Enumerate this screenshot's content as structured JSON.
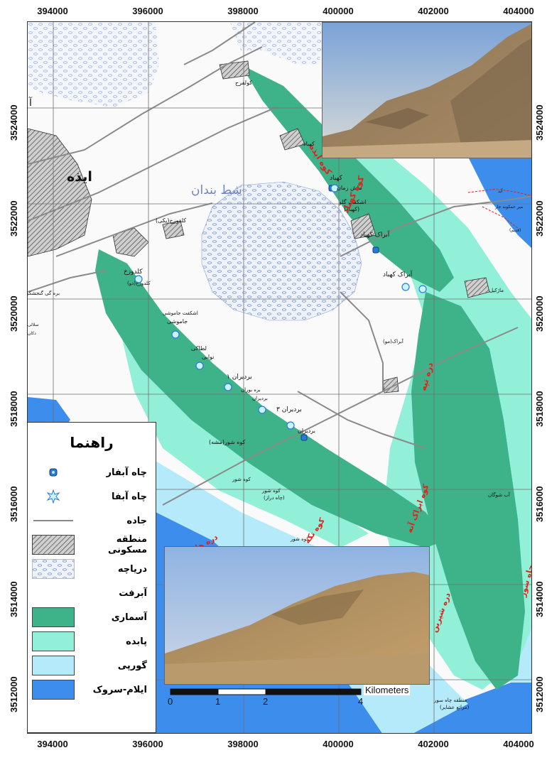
{
  "axes": {
    "x_ticks": [
      "394000",
      "396000",
      "398000",
      "400000",
      "402000",
      "404000"
    ],
    "y_ticks": [
      "3524000",
      "3522000",
      "3520000",
      "3518000",
      "3516000",
      "3514000",
      "3512000"
    ]
  },
  "map_labels": {
    "izeh": "ایذه",
    "lake": "شط بندان",
    "kolfarah": "کولفرح",
    "kohbad": "کهباد",
    "kohbad2": "کهباد",
    "alamkhan": "ماش زمان",
    "ashkaft_goli": "اشکفت گلو",
    "kohbad_sub": "(کهباد)",
    "abrak_kohbad": "آبراک کهباد",
    "abrak_kohbad2": "آبراک کهباد",
    "kalduzkh": "کلدوزخ(پکی)",
    "kalduzkh2": "کلدوزخ",
    "kalduzkh_dou": "کلدوزخ(دو)",
    "bara_gi": "بره گی گنجشکر",
    "ashkaft_jam": "اشکفت جاموشی",
    "jamushi": "جاموشی",
    "lalati": "لطاکی",
    "navabi": "نوابی",
    "bardiran1": "بردیران ۱",
    "bardiran2": "بره بوران",
    "bardiran_b": "بردیران",
    "bardiran3": "بردیران ۳",
    "bardiran_c": "بردیران",
    "kuh_shur_mesh": "کوه شور(مشه)",
    "kuh_shur": "کوه شور",
    "kuh_shur2": "کوه شور",
    "chah_deraz": "(چاه دراز)",
    "kuh_shur3": "کوه شور",
    "abrak_mu": "آبراک(مو)",
    "ab_shoghan": "آب شوگان",
    "malahit": "ماژکیل",
    "manteqe_chah": "منطقه چاه سور",
    "marate": "(مراتع عشایر)",
    "mir_vamaghshuneh": "میر حمکونه جار",
    "qadim": "(قدیم)",
    "ab_vad": "آبد",
    "kuh_kohbad_red": "کوه کهباد",
    "kuh_izeh_red": "کوه ایذه",
    "dareh_tape": "دره تپه",
    "kuh_tekeh": "کوه تکه",
    "kuh_shur_red": "دره ها نبات",
    "kuh_abrak_red": "کوه ابراک آنه",
    "kuh_seyed_red": "دره شیرین",
    "dareh_abad": "دره چاه سور",
    "left_edge1": "آ",
    "left_edge2": "سلالی",
    "left_edge3": "دکان"
  },
  "legend": {
    "title": "راهنما",
    "items": [
      {
        "label": "چاه آبفار",
        "kind": "well"
      },
      {
        "label": "چاه آبفا",
        "kind": "spring"
      },
      {
        "label": "جاده",
        "kind": "road"
      },
      {
        "label": "منطقه مسکونی",
        "kind": "residential",
        "color": "#d9d9d9"
      },
      {
        "label": "دریاچه",
        "kind": "lake",
        "color": "#e8eef8"
      },
      {
        "label": "آبرفت",
        "kind": "alluvium",
        "color": "#ffffff"
      },
      {
        "label": "آسماری",
        "kind": "fill",
        "color": "#3eb389"
      },
      {
        "label": "پابده",
        "kind": "fill",
        "color": "#92f0d8"
      },
      {
        "label": "گورپی",
        "kind": "fill",
        "color": "#b5eafa"
      },
      {
        "label": "ایلام-سروک",
        "kind": "fill",
        "color": "#3d8ded"
      }
    ]
  },
  "scale": {
    "ticks": [
      "0",
      "1",
      "2",
      "4"
    ],
    "unit": "Kilometers"
  },
  "colors": {
    "asmari": "#3eb389",
    "pabdeh": "#92f0d8",
    "gurpi": "#b5eafa",
    "ilam": "#3d8ded",
    "road": "#8a8a8a",
    "red_label": "#e0221c"
  }
}
